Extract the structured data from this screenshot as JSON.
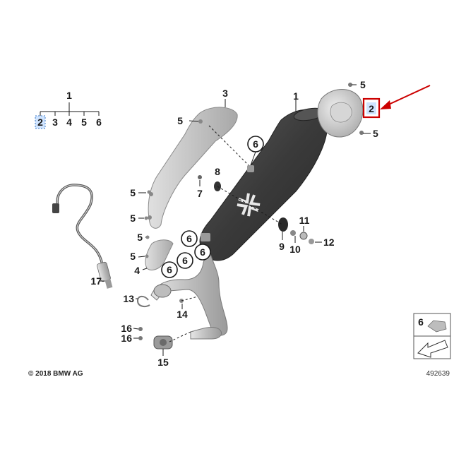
{
  "tree": {
    "root": "1",
    "children": [
      "2",
      "3",
      "4",
      "5",
      "6"
    ]
  },
  "callouts": {
    "n1": "1",
    "n2": "2",
    "n3": "3",
    "n4": "4",
    "n5a": "5",
    "n5b": "5",
    "n5c": "5",
    "n5d": "5",
    "n5e": "5",
    "n5f": "5",
    "n5g": "5",
    "n6a": "6",
    "n6b": "6",
    "n6c": "6",
    "n6d": "6",
    "n6e": "6",
    "n7": "7",
    "n8": "8",
    "n9": "9",
    "n10": "10",
    "n11": "11",
    "n12": "12",
    "n13": "13",
    "n14": "14",
    "n15": "15",
    "n16a": "16",
    "n16b": "16",
    "n17": "17"
  },
  "legend": {
    "label": "6"
  },
  "footer": {
    "copyright": "© 2018 BMW AG",
    "diagram_number": "492639"
  },
  "colors": {
    "muffler_dark": "#3a3a3a",
    "heat_shield": "#cfcfcf",
    "highlight_box": "#cc0000",
    "highlight_fill": "#cfe4ff",
    "arrow": "#cc0000"
  }
}
